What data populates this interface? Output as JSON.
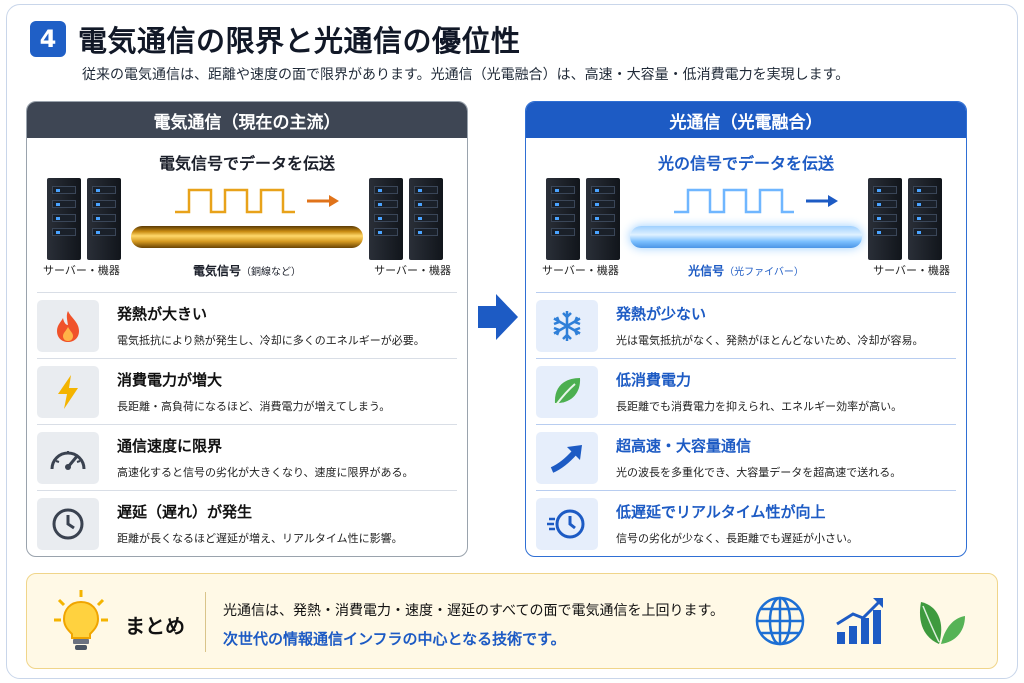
{
  "header": {
    "number": "4",
    "title": "電気通信の限界と光通信の優位性",
    "subtitle": "従来の電気通信は、距離や速度の面で限界があります。光通信（光電融合）は、高速・大容量・低消費電力を実現します。"
  },
  "left": {
    "heading": "電気通信（現在の主流）",
    "signal_title": "電気信号でデータを伝送",
    "server_label_left": "サーバー・機器",
    "server_label_right": "サーバー・機器",
    "cable_label": "電気信号",
    "cable_note": "（銅線など）",
    "items": [
      {
        "icon": "flame-icon",
        "title": "発熱が大きい",
        "desc": "電気抵抗により熱が発生し、冷却に多くのエネルギーが必要。"
      },
      {
        "icon": "lightning-icon",
        "title": "消費電力が増大",
        "desc": "長距離・高負荷になるほど、消費電力が増えてしまう。"
      },
      {
        "icon": "speedometer-icon",
        "title": "通信速度に限界",
        "desc": "高速化すると信号の劣化が大きくなり、速度に限界がある。"
      },
      {
        "icon": "clock-icon",
        "title": "遅延（遅れ）が発生",
        "desc": "距離が長くなるほど遅延が増え、リアルタイム性に影響。"
      }
    ]
  },
  "right": {
    "heading": "光通信（光電融合）",
    "signal_title": "光の信号でデータを伝送",
    "server_label_left": "サーバー・機器",
    "server_label_right": "サーバー・機器",
    "cable_label": "光信号",
    "cable_note": "（光ファイバー）",
    "items": [
      {
        "icon": "snowflake-icon",
        "title": "発熱が少ない",
        "desc": "光は電気抵抗がなく、発熱がほとんどないため、冷却が容易。"
      },
      {
        "icon": "leaf-icon",
        "title": "低消費電力",
        "desc": "長距離でも消費電力を抑えられ、エネルギー効率が高い。"
      },
      {
        "icon": "trend-arrow-icon",
        "title": "超高速・大容量通信",
        "desc": "光の波長を多重化でき、大容量データを超高速で送れる。"
      },
      {
        "icon": "fast-clock-icon",
        "title": "低遅延でリアルタイム性が向上",
        "desc": "信号の劣化が少なく、長距離でも遅延が小さい。"
      }
    ]
  },
  "summary": {
    "label": "まとめ",
    "line1": "光通信は、発熱・消費電力・速度・遅延のすべての面で電気通信を上回ります。",
    "line2": "次世代の情報通信インフラの中心となる技術です。",
    "icons": [
      "globe-icon",
      "growth-chart-icon",
      "leaves-icon"
    ]
  },
  "colors": {
    "accent_blue": "#1d5bc4",
    "dark_header": "#3e4654",
    "copper": "#e8a21a",
    "fiber": "#7cc0ff",
    "summary_bg": "#fff9e6"
  }
}
